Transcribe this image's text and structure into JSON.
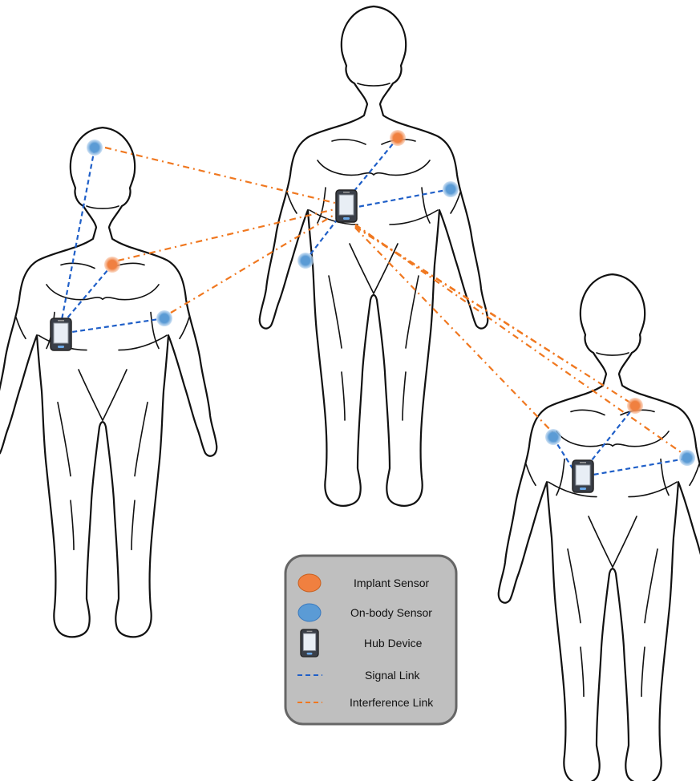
{
  "legend": {
    "implant_label": "Implant Sensor",
    "onbody_label": "On-body Sensor",
    "hub_label": "Hub Device",
    "signal_label": "Signal Link",
    "interference_label": "Interference Link"
  },
  "colors": {
    "implant": "#f08040",
    "onbody": "#5b9bd5",
    "signal_link": "#1f5fc8",
    "interference_link": "#f07820",
    "body_outline": "#111111",
    "legend_fill": "#bfbfbf",
    "legend_border": "#666666"
  }
}
